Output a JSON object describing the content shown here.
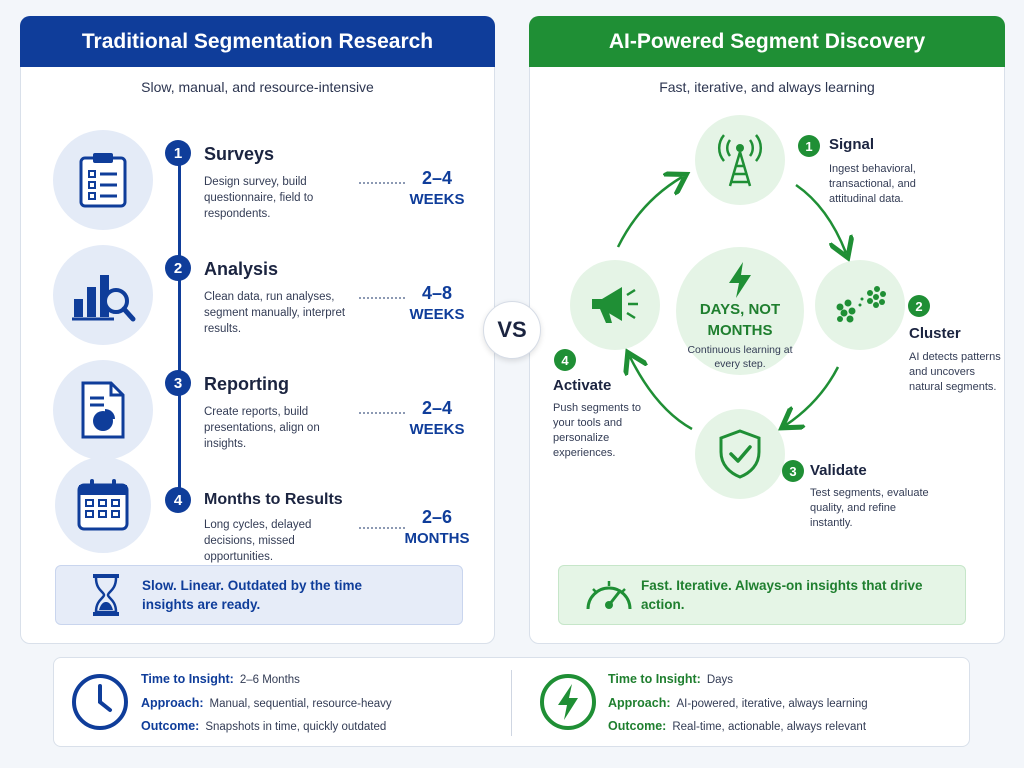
{
  "colors": {
    "blue": "#0f3d9a",
    "green": "#1f8f35",
    "light_blue": "#e4ebf7",
    "light_green": "#e5f4e6"
  },
  "left": {
    "title": "Traditional Segmentation Research",
    "subtitle": "Slow, manual, and resource-intensive",
    "steps": [
      {
        "num": "1",
        "title": "Surveys",
        "desc": "Design survey, build questionnaire, field to respondents.",
        "value": "2–4",
        "unit": "WEEKS",
        "icon": "clipboard-icon"
      },
      {
        "num": "2",
        "title": "Analysis",
        "desc": "Clean data, run analyses, segment manually, interpret results.",
        "value": "4–8",
        "unit": "WEEKS",
        "icon": "bar-chart-magnifier-icon"
      },
      {
        "num": "3",
        "title": "Reporting",
        "desc": "Create reports, build presentations, align on insights.",
        "value": "2–4",
        "unit": "WEEKS",
        "icon": "report-pie-icon"
      },
      {
        "num": "4",
        "title": "Months to Results",
        "desc": "Long cycles, delayed decisions, missed opportunities.",
        "value": "2–6",
        "unit": "MONTHS",
        "icon": "calendar-icon"
      }
    ],
    "callout": "Slow. Linear. Outdated by the time insights are ready.",
    "callout_icon": "hourglass-icon"
  },
  "vs": "VS",
  "right": {
    "title": "AI-Powered Segment Discovery",
    "subtitle": "Fast, iterative, and always learning",
    "center_title": "DAYS, NOT MONTHS",
    "center_sub": "Continuous learning at every step.",
    "center_icon": "lightning-icon",
    "steps": [
      {
        "num": "1",
        "title": "Signal",
        "desc": "Ingest behavioral, transactional, and attitudinal data.",
        "icon": "signal-tower-icon"
      },
      {
        "num": "2",
        "title": "Cluster",
        "desc": "AI detects patterns and uncovers natural segments.",
        "icon": "cluster-dots-icon"
      },
      {
        "num": "3",
        "title": "Validate",
        "desc": "Test segments, evaluate quality, and refine instantly.",
        "icon": "shield-check-icon"
      },
      {
        "num": "4",
        "title": "Activate",
        "desc": "Push segments to your tools and personalize experiences.",
        "icon": "megaphone-icon"
      }
    ],
    "callout": "Fast. Iterative. Always-on insights that drive action.",
    "callout_icon": "speedometer-icon"
  },
  "bottom": {
    "left": {
      "icon": "clock-icon",
      "rows": [
        {
          "label": "Time to Insight:",
          "value": "2–6 Months"
        },
        {
          "label": "Approach:",
          "value": "Manual, sequential, resource-heavy"
        },
        {
          "label": "Outcome:",
          "value": "Snapshots in time, quickly outdated"
        }
      ]
    },
    "right": {
      "icon": "lightning-circle-icon",
      "rows": [
        {
          "label": "Time to Insight:",
          "value": "Days"
        },
        {
          "label": "Approach:",
          "value": "AI-powered, iterative, always learning"
        },
        {
          "label": "Outcome:",
          "value": "Real-time, actionable, always relevant"
        }
      ]
    }
  }
}
